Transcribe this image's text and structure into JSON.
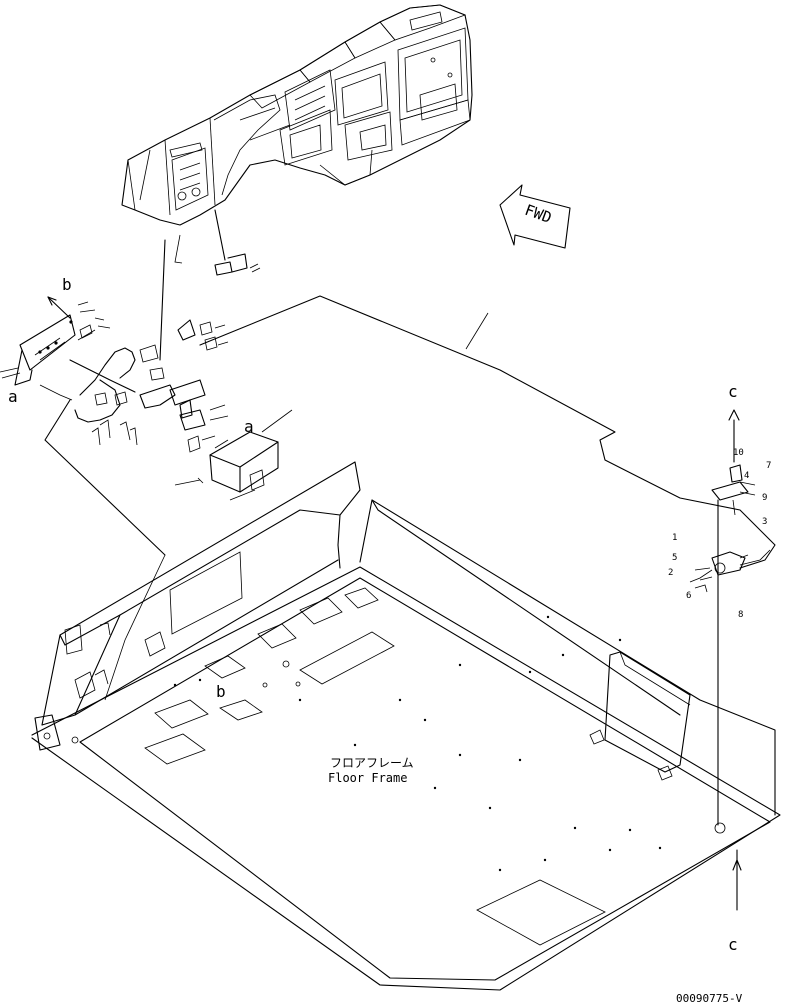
{
  "drawing": {
    "callouts": {
      "a_left": "a",
      "a_right": "a",
      "b_top": "b",
      "b_bottom": "b",
      "c_top": "c",
      "c_bottom": "c"
    },
    "fwd_label": "FWD",
    "floor_label_jp": "フロアフレーム",
    "floor_label_en": "Floor Frame",
    "part_numbers": [
      "7",
      "4",
      "9",
      "3",
      "1",
      "5",
      "2",
      "6",
      "8",
      "10"
    ],
    "drawing_number": "00090775-V"
  }
}
